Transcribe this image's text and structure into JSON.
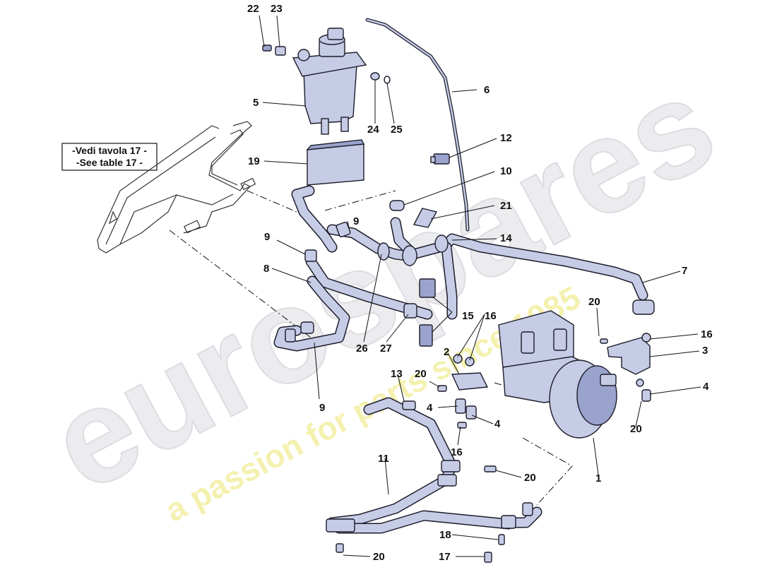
{
  "watermark": {
    "brand": "eurospares",
    "tagline": "a passion for parts since 1985"
  },
  "reference_box": {
    "line1": "-Vedi tavola 17 -",
    "line2": "-See table 17 -"
  },
  "callouts": [
    {
      "id": "c22",
      "label": "22"
    },
    {
      "id": "c23",
      "label": "23"
    },
    {
      "id": "c5",
      "label": "5"
    },
    {
      "id": "c24",
      "label": "24"
    },
    {
      "id": "c25",
      "label": "25"
    },
    {
      "id": "c6",
      "label": "6"
    },
    {
      "id": "c12",
      "label": "12"
    },
    {
      "id": "c19",
      "label": "19"
    },
    {
      "id": "c10",
      "label": "10"
    },
    {
      "id": "c21",
      "label": "21"
    },
    {
      "id": "c9a",
      "label": "9"
    },
    {
      "id": "c9b",
      "label": "9"
    },
    {
      "id": "c14",
      "label": "14"
    },
    {
      "id": "c8",
      "label": "8"
    },
    {
      "id": "c7",
      "label": "7"
    },
    {
      "id": "c15",
      "label": "15"
    },
    {
      "id": "c16a",
      "label": "16"
    },
    {
      "id": "c20a",
      "label": "20"
    },
    {
      "id": "c16b",
      "label": "16"
    },
    {
      "id": "c3",
      "label": "3"
    },
    {
      "id": "c26",
      "label": "26"
    },
    {
      "id": "c27",
      "label": "27"
    },
    {
      "id": "c2",
      "label": "2"
    },
    {
      "id": "c4a",
      "label": "4"
    },
    {
      "id": "c9c",
      "label": "9"
    },
    {
      "id": "c13",
      "label": "13"
    },
    {
      "id": "c20b",
      "label": "20"
    },
    {
      "id": "c4b",
      "label": "4"
    },
    {
      "id": "c4c",
      "label": "4"
    },
    {
      "id": "c20c",
      "label": "20"
    },
    {
      "id": "c16c",
      "label": "16"
    },
    {
      "id": "c11",
      "label": "11"
    },
    {
      "id": "c20d",
      "label": "20"
    },
    {
      "id": "c1",
      "label": "1"
    },
    {
      "id": "c18",
      "label": "18"
    },
    {
      "id": "c20e",
      "label": "20"
    },
    {
      "id": "c17",
      "label": "17"
    }
  ],
  "colors": {
    "part_fill": "#c6cce6",
    "outline": "#1c1c2a",
    "watermark_grey": "#e9e9ec",
    "watermark_yellow": "#f3f0a8"
  }
}
